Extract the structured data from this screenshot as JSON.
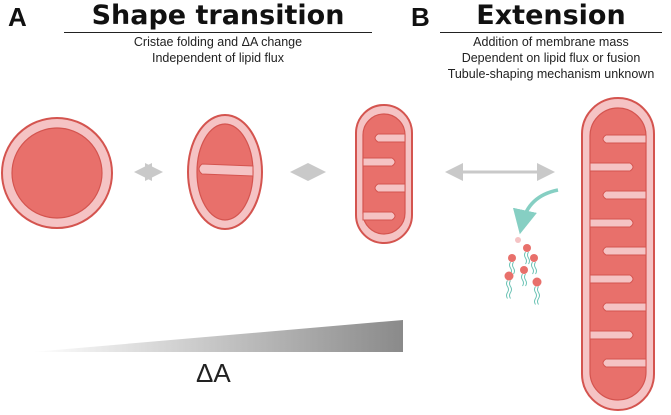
{
  "panel_a": {
    "letter": "A",
    "title": "Shape transition",
    "lines": [
      "Cristae folding and ΔA change",
      "Independent of lipid flux"
    ]
  },
  "panel_b": {
    "letter": "B",
    "title": "Extension",
    "lines": [
      "Addition of membrane mass",
      "Dependent on lipid flux or fusion",
      "Tubule-shaping mechanism unknown"
    ]
  },
  "gradient_label": "ΔA",
  "colors": {
    "outer_membrane": "#f5c3c4",
    "matrix": "#e8706b",
    "outline": "#d4544f",
    "arrow": "#c9c9c9",
    "lipid_arrow": "#86cfc3",
    "lipid_head": "#e8706b",
    "lipid_tail": "#6cc3b5"
  }
}
